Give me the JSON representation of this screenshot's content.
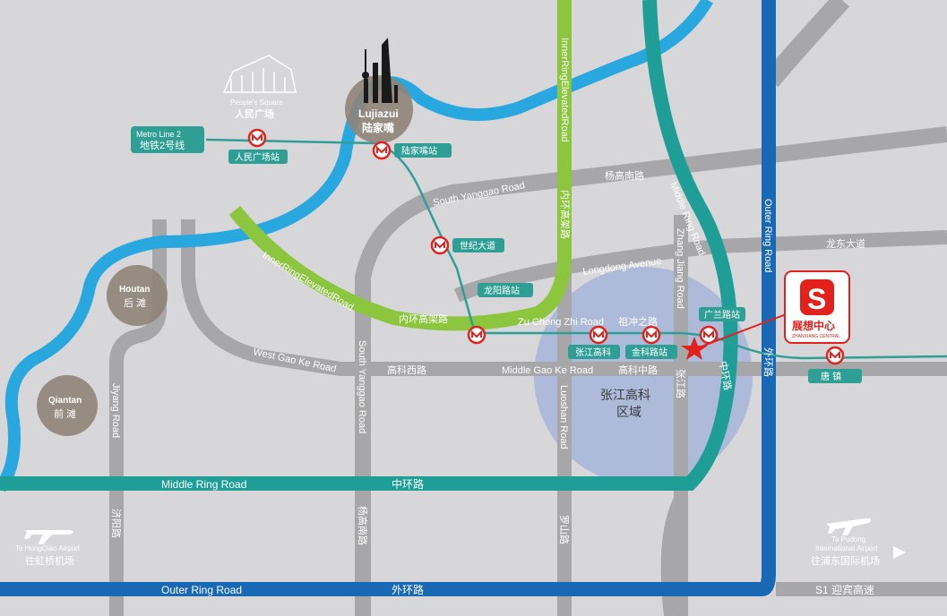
{
  "roads": {
    "inner_ring_elevated_en": "InnerRingElevatedRoad",
    "inner_ring_elevated_cn": "内环高架路",
    "middle_ring_en": "Middle Ring Road",
    "middle_ring_cn": "中环路",
    "outer_ring_en": "Outer Ring Road",
    "outer_ring_cn": "外环路",
    "s1": "S1 迎宾高速",
    "south_yanggao_en": "South Yanggao Road",
    "south_yanggao_cn": "杨高南路",
    "longdong_en": "Longdong Avenue",
    "longdong_cn": "龙东大道",
    "zu_chong_zhi_en": "Zu Chong Zhi Road",
    "zu_chong_zhi_cn": "祖冲之路",
    "west_gaoke_en": "West Gao Ke Road",
    "west_gaoke_cn": "高科西路",
    "middle_gaoke_en": "Middle Gao Ke Road",
    "middle_gaoke_cn": "高科中路",
    "zhang_jiang_en": "Zhang Jiang Road",
    "zhang_jiang_cn": "张江路",
    "luoshan_en": "Luoshan Road",
    "luoshan_cn": "罗山路",
    "jiyang_en": "Jiyang Road",
    "jiyang_cn": "济阳路"
  },
  "metro": {
    "line_en": "Metro Line 2",
    "line_cn": "地铁2号线",
    "stations": [
      "人民广场站",
      "陆家嘴站",
      "世纪大道",
      "龙阳路站",
      "张江高科",
      "金科路站",
      "广兰路站",
      "唐 镇"
    ]
  },
  "landmarks": {
    "peoples_square_en": "People's Square",
    "peoples_square_cn": "人民广场",
    "lujiazui_en": "Lujiazui",
    "lujiazui_cn": "陆家嘴",
    "houtan_en": "Houtan",
    "houtan_cn": "后 滩",
    "qiantan_en": "Qiantan",
    "qiantan_cn": "前 滩",
    "zhangjiang_area_l1": "张江高科",
    "zhangjiang_area_l2": "区域"
  },
  "airports": {
    "hongqiao_en": "To HongQiao Airport",
    "hongqiao_cn": "往虹桥机场",
    "pudong_en1": "To Pudong",
    "pudong_en2": "International Airport",
    "pudong_cn": "往浦东国际机场"
  },
  "brand": {
    "logo_letter": "S",
    "name_cn": "展想中心",
    "name_en": "ZHANXIANG CENTRAL"
  },
  "colors": {
    "background": "#d7d7d9",
    "road_gray": "#a7a7a9",
    "inner_ring_green": "#8cc63f",
    "middle_ring_teal": "#1e9e96",
    "outer_ring_blue": "#1868b3",
    "river_blue": "#29a7df",
    "metro_teal": "#2f9f96",
    "metro_red": "#e2211c",
    "brand_red": "#e2211c",
    "zone_blue": "#9fb0d8"
  }
}
